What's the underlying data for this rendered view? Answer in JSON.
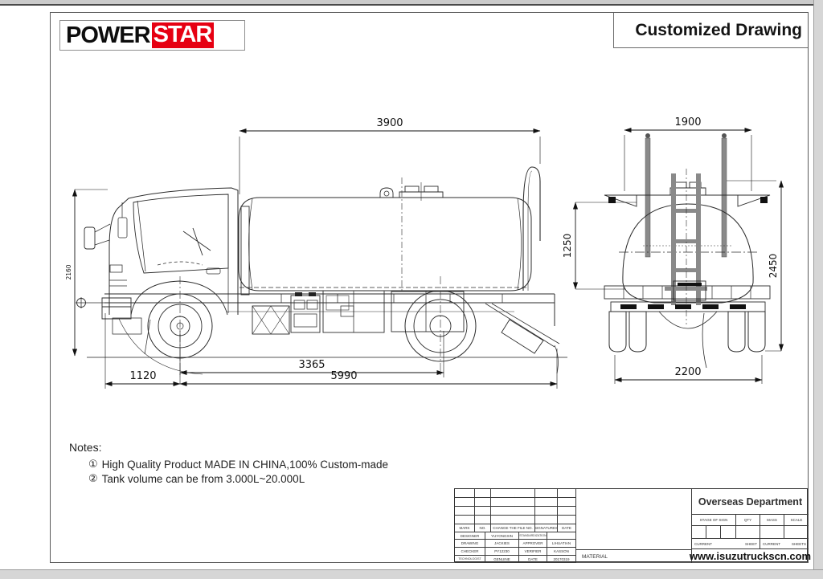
{
  "header": {
    "logo_power": "POWER",
    "logo_star": "STAR",
    "title": "Customized Drawing"
  },
  "drawing": {
    "side_view": {
      "tank_length": "3900",
      "cab_height": "2160",
      "front_overhang": "1120",
      "wheelbase": "3365",
      "overall_length": "5990"
    },
    "rear_view": {
      "top_width": "1900",
      "tank_height": "1250",
      "overall_height": "2450",
      "rear_width": "2200"
    }
  },
  "notes": {
    "heading": "Notes:",
    "items": [
      {
        "bullet": "①",
        "text": "High Quality Product MADE IN CHINA,100% Custom-made"
      },
      {
        "bullet": "②",
        "text": "Tank volume can be from 3.000L~20.000L"
      }
    ]
  },
  "title_block": {
    "revision_headers": [
      "MARK",
      "NO.",
      "CHANGE THE FILE NO.",
      "SIGNATURES",
      "DATE"
    ],
    "credit_rows": [
      {
        "label": "DESIGNER",
        "value": "YUYONGXIN",
        "label2": "STANDARDIZATION",
        "value2": ""
      },
      {
        "label": "DRAWING",
        "value": "JACKIES",
        "label2": "APPROVER",
        "value2": "LIHUATIAN"
      },
      {
        "label": "CHECKER",
        "value": "PY12230",
        "label2": "VERIFIER",
        "value2": "KASSON"
      },
      {
        "label": "TECHNOLOGIST",
        "value": "GENUINE",
        "label2": "DATE",
        "value2": "20170319"
      }
    ],
    "material_label": "MATERIAL",
    "department": "Overseas Department",
    "stage_headers": [
      "STAGE OF SIGN",
      "QTY",
      "MASS",
      "SCALE"
    ],
    "sheet_labels": [
      "CURRENT",
      "SHEET",
      "CURRENT",
      "SHEETS"
    ],
    "website": "www.isuzutruckscn.com"
  },
  "colors": {
    "accent_red": "#e60012",
    "line": "#2b2b2b"
  }
}
